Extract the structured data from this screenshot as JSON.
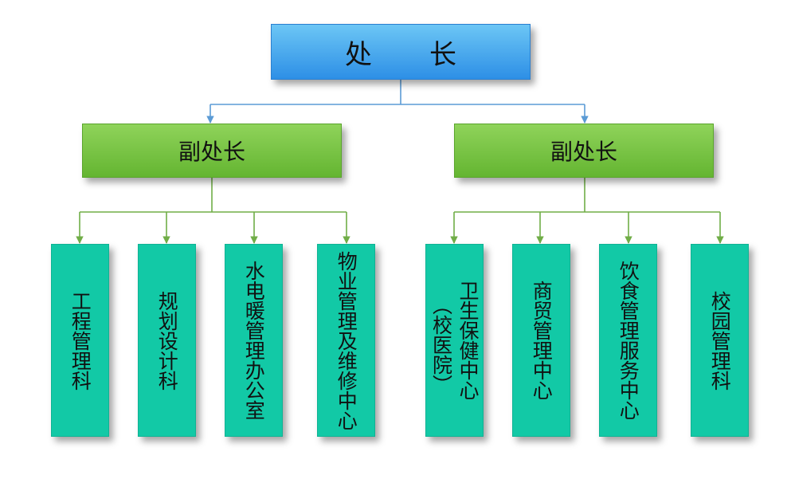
{
  "top": {
    "label": "处 长"
  },
  "deputies": [
    {
      "label": "副处长"
    },
    {
      "label": "副处长"
    }
  ],
  "departments": [
    {
      "label": "工程管理科"
    },
    {
      "label": "规划设计科"
    },
    {
      "label": "水电暖管理办公室"
    },
    {
      "label": "物业管理及维修中心"
    },
    {
      "label": "卫生保健中心",
      "sublabel": "（校医院）"
    },
    {
      "label": "商贸管理中心"
    },
    {
      "label": "饮食管理服务中心"
    },
    {
      "label": "校园管理科"
    }
  ],
  "colors": {
    "top_box": "#2d8fe6",
    "deputy_box": "#72c040",
    "dept_box": "#12c9a6",
    "blue_connector": "#5b9bd5",
    "green_connector": "#70ad47"
  }
}
